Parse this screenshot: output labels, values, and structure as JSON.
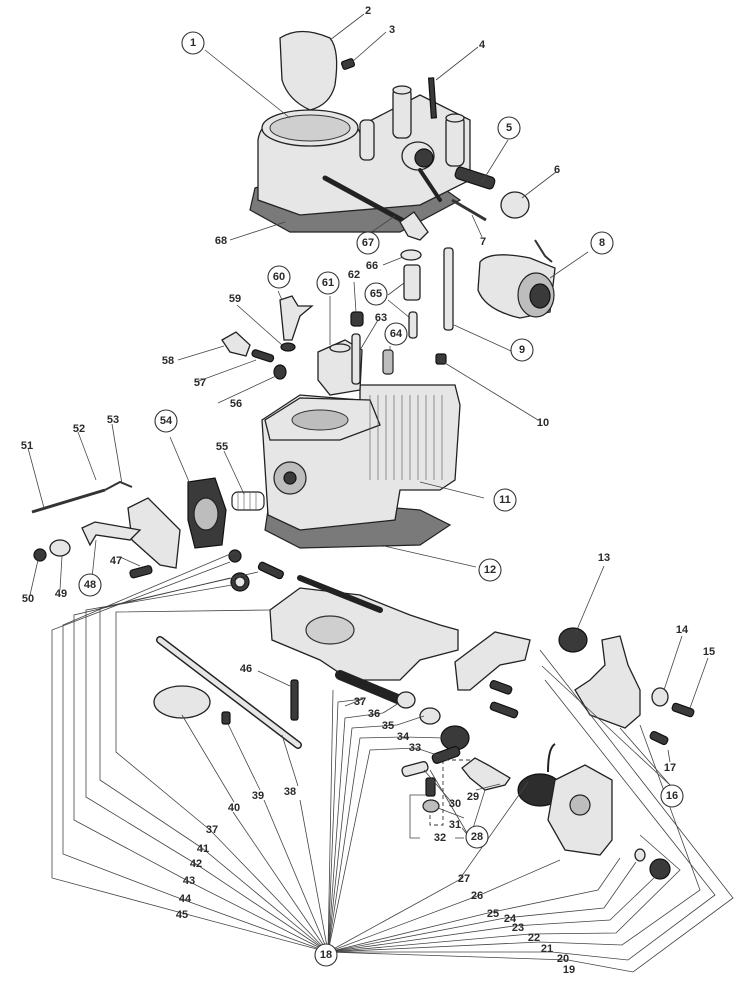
{
  "diagram": {
    "title": "Carburetor exploded parts diagram",
    "type": "exploded-parts-view",
    "hub_label": "18",
    "labels": [
      {
        "id": "1",
        "circled": true
      },
      {
        "id": "2",
        "circled": false
      },
      {
        "id": "3",
        "circled": false
      },
      {
        "id": "4",
        "circled": false
      },
      {
        "id": "5",
        "circled": true
      },
      {
        "id": "6",
        "circled": false
      },
      {
        "id": "7",
        "circled": false
      },
      {
        "id": "8",
        "circled": true
      },
      {
        "id": "9",
        "circled": true
      },
      {
        "id": "10",
        "circled": false
      },
      {
        "id": "11",
        "circled": true
      },
      {
        "id": "12",
        "circled": true
      },
      {
        "id": "13",
        "circled": false
      },
      {
        "id": "14",
        "circled": false
      },
      {
        "id": "15",
        "circled": false
      },
      {
        "id": "16",
        "circled": true
      },
      {
        "id": "17",
        "circled": false
      },
      {
        "id": "18",
        "circled": true
      },
      {
        "id": "19",
        "circled": false
      },
      {
        "id": "20",
        "circled": false
      },
      {
        "id": "21",
        "circled": false
      },
      {
        "id": "22",
        "circled": false
      },
      {
        "id": "23",
        "circled": false
      },
      {
        "id": "24",
        "circled": false
      },
      {
        "id": "25",
        "circled": false
      },
      {
        "id": "26",
        "circled": false
      },
      {
        "id": "27",
        "circled": false
      },
      {
        "id": "28",
        "circled": true
      },
      {
        "id": "29",
        "circled": false
      },
      {
        "id": "30",
        "circled": false
      },
      {
        "id": "31",
        "circled": false
      },
      {
        "id": "32",
        "circled": false
      },
      {
        "id": "33",
        "circled": false
      },
      {
        "id": "34",
        "circled": false
      },
      {
        "id": "35",
        "circled": false
      },
      {
        "id": "36",
        "circled": false
      },
      {
        "id": "37a",
        "text": "37",
        "circled": false
      },
      {
        "id": "37b",
        "text": "37",
        "circled": false
      },
      {
        "id": "38",
        "circled": false
      },
      {
        "id": "39",
        "circled": false
      },
      {
        "id": "40",
        "circled": false
      },
      {
        "id": "41",
        "circled": false
      },
      {
        "id": "42",
        "circled": false
      },
      {
        "id": "43",
        "circled": false
      },
      {
        "id": "44",
        "circled": false
      },
      {
        "id": "45",
        "circled": false
      },
      {
        "id": "46",
        "circled": false
      },
      {
        "id": "47",
        "circled": false
      },
      {
        "id": "48",
        "circled": true
      },
      {
        "id": "49",
        "circled": false
      },
      {
        "id": "50",
        "circled": false
      },
      {
        "id": "51",
        "circled": false
      },
      {
        "id": "52",
        "circled": false
      },
      {
        "id": "53",
        "circled": false
      },
      {
        "id": "54",
        "circled": true
      },
      {
        "id": "55",
        "circled": false
      },
      {
        "id": "56",
        "circled": false
      },
      {
        "id": "57",
        "circled": false
      },
      {
        "id": "58",
        "circled": false
      },
      {
        "id": "59",
        "circled": false
      },
      {
        "id": "60",
        "circled": true
      },
      {
        "id": "61",
        "circled": true
      },
      {
        "id": "62",
        "circled": false
      },
      {
        "id": "63",
        "circled": false
      },
      {
        "id": "64",
        "circled": true
      },
      {
        "id": "65",
        "circled": true
      },
      {
        "id": "66",
        "circled": false
      },
      {
        "id": "67",
        "circled": true
      },
      {
        "id": "68",
        "circled": false
      }
    ]
  }
}
